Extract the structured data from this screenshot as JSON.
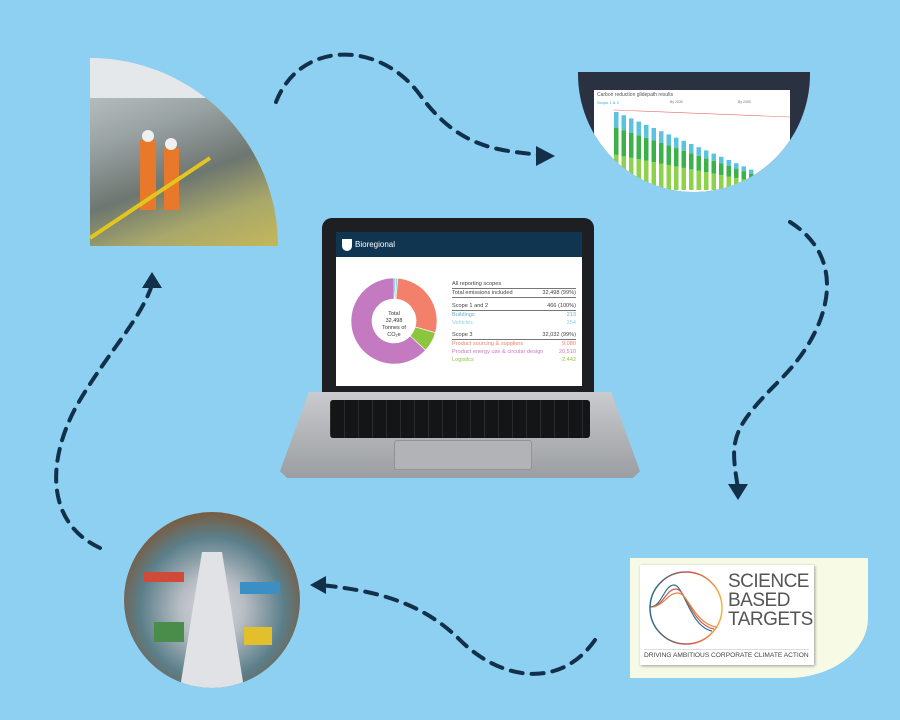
{
  "laptop_screen": {
    "brand": "Bioregional",
    "donut": {
      "center_label": [
        "Total",
        "32,498",
        "Tonnes of",
        "CO₂e"
      ],
      "slices": [
        {
          "name": "Buildings",
          "value": 213,
          "color": "#6aaed6"
        },
        {
          "name": "Vehicles",
          "value": 254,
          "color": "#8fd3de"
        },
        {
          "name": "Product sourcing & suppliers",
          "value": 9080,
          "color": "#f2806a"
        },
        {
          "name": "Logistics",
          "value": 2442,
          "color": "#8cc63f"
        },
        {
          "name": "Product energy use & circular design",
          "value": 20510,
          "color": "#c47ac0"
        }
      ]
    },
    "table": {
      "heading": "All reporting scopes",
      "total_label": "Total emissions included",
      "total_value": "32,498  (99%)",
      "scope12_label": "Scope 1 and 2",
      "scope12_value": "466 (100%)",
      "buildings_label": "Buildings",
      "buildings_value": "213",
      "vehicles_label": "Vehicles",
      "vehicles_value": "254",
      "scope3_label": "Scope 3",
      "scope3_value": "32,032 (99%)",
      "sourcing_label": "Product sourcing & suppliers",
      "sourcing_value": "9,080",
      "energy_label": "Product energy use & circular design",
      "energy_value": "20,510",
      "logistics_label": "Logistics",
      "logistics_value": "2,442"
    }
  },
  "glidepath": {
    "title": "Carbon reduction glidepath results",
    "subtitle": "Scope 1 & 2",
    "note1": "By 2030",
    "note2": "By 2050"
  },
  "sbt_logo": {
    "line1": "SCIENCE",
    "line2": "BASED",
    "line3": "TARGETS",
    "tagline": "DRIVING AMBITIOUS CORPORATE CLIMATE ACTION"
  },
  "colors": {
    "background": "#8dd0f1",
    "arrow": "#12304a",
    "header": "#0f3550"
  }
}
